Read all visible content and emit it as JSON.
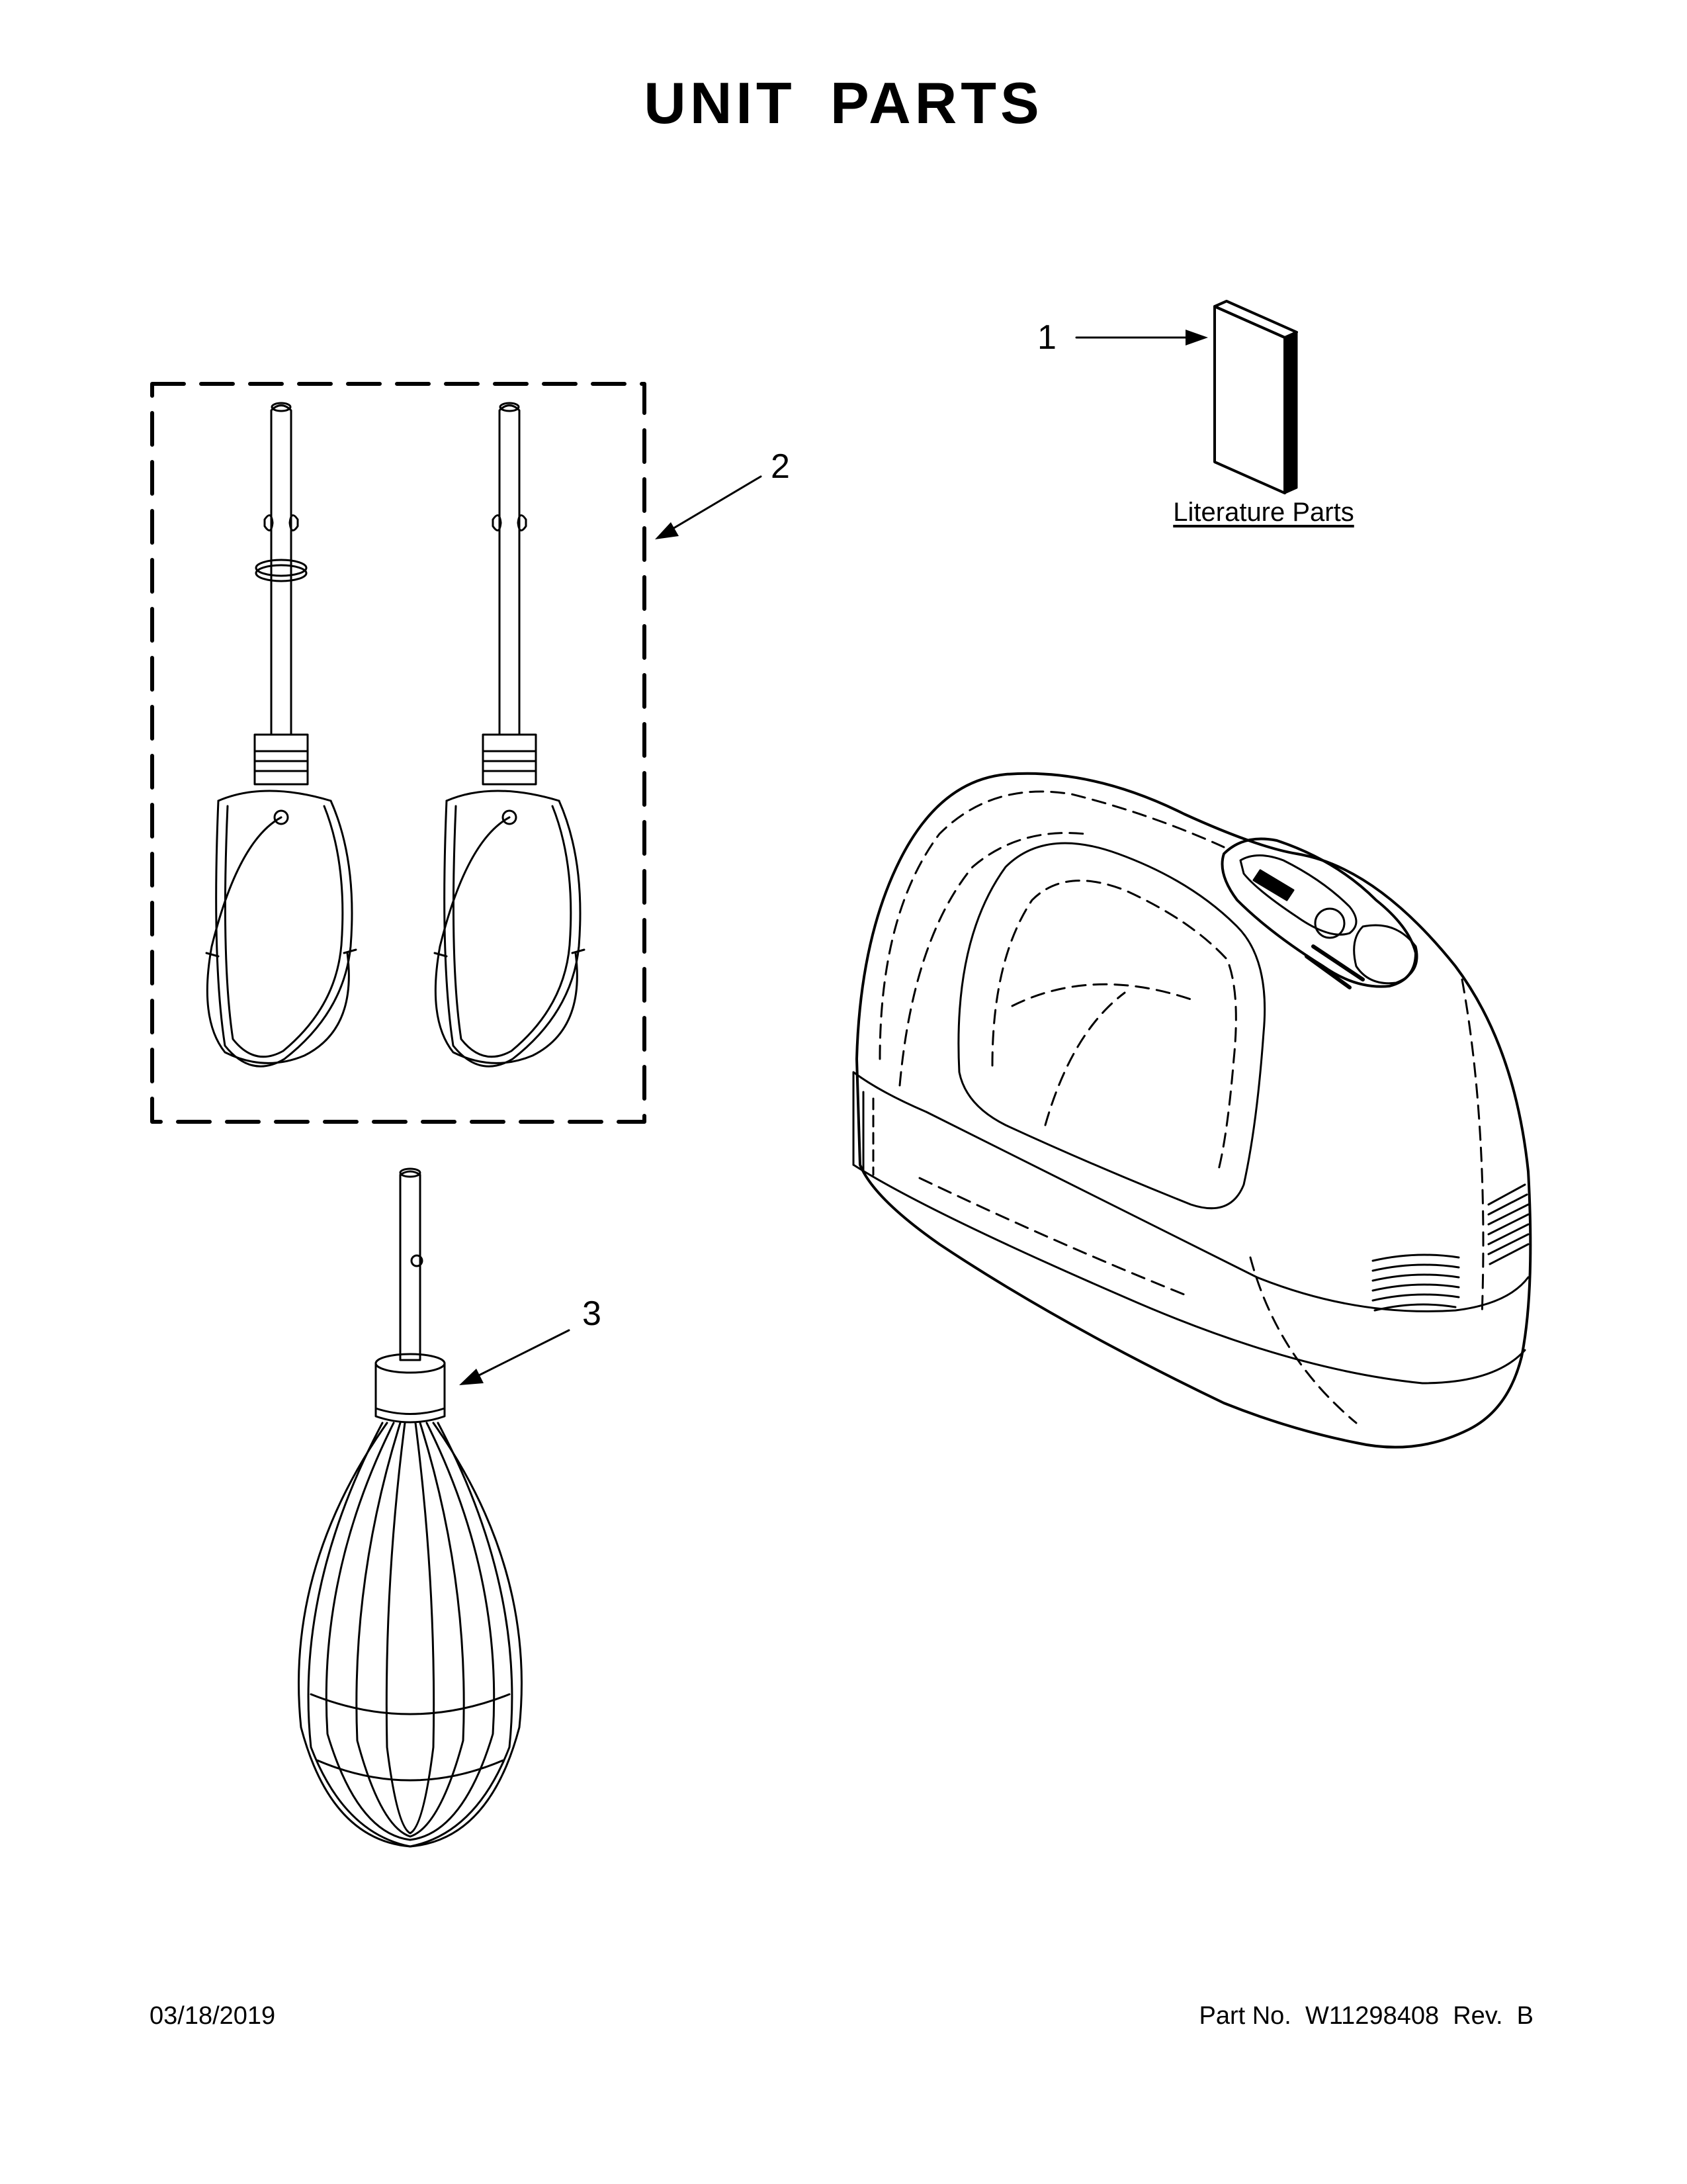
{
  "page": {
    "title": "UNIT  PARTS",
    "date": "03/18/2019",
    "part_number": "Part No.  W11298408  Rev.  B"
  },
  "callouts": [
    {
      "number": "1",
      "part": "literature"
    },
    {
      "number": "2",
      "part": "flat-beaters"
    },
    {
      "number": "3",
      "part": "whisk"
    }
  ],
  "literature": {
    "label": "Literature Parts"
  }
}
